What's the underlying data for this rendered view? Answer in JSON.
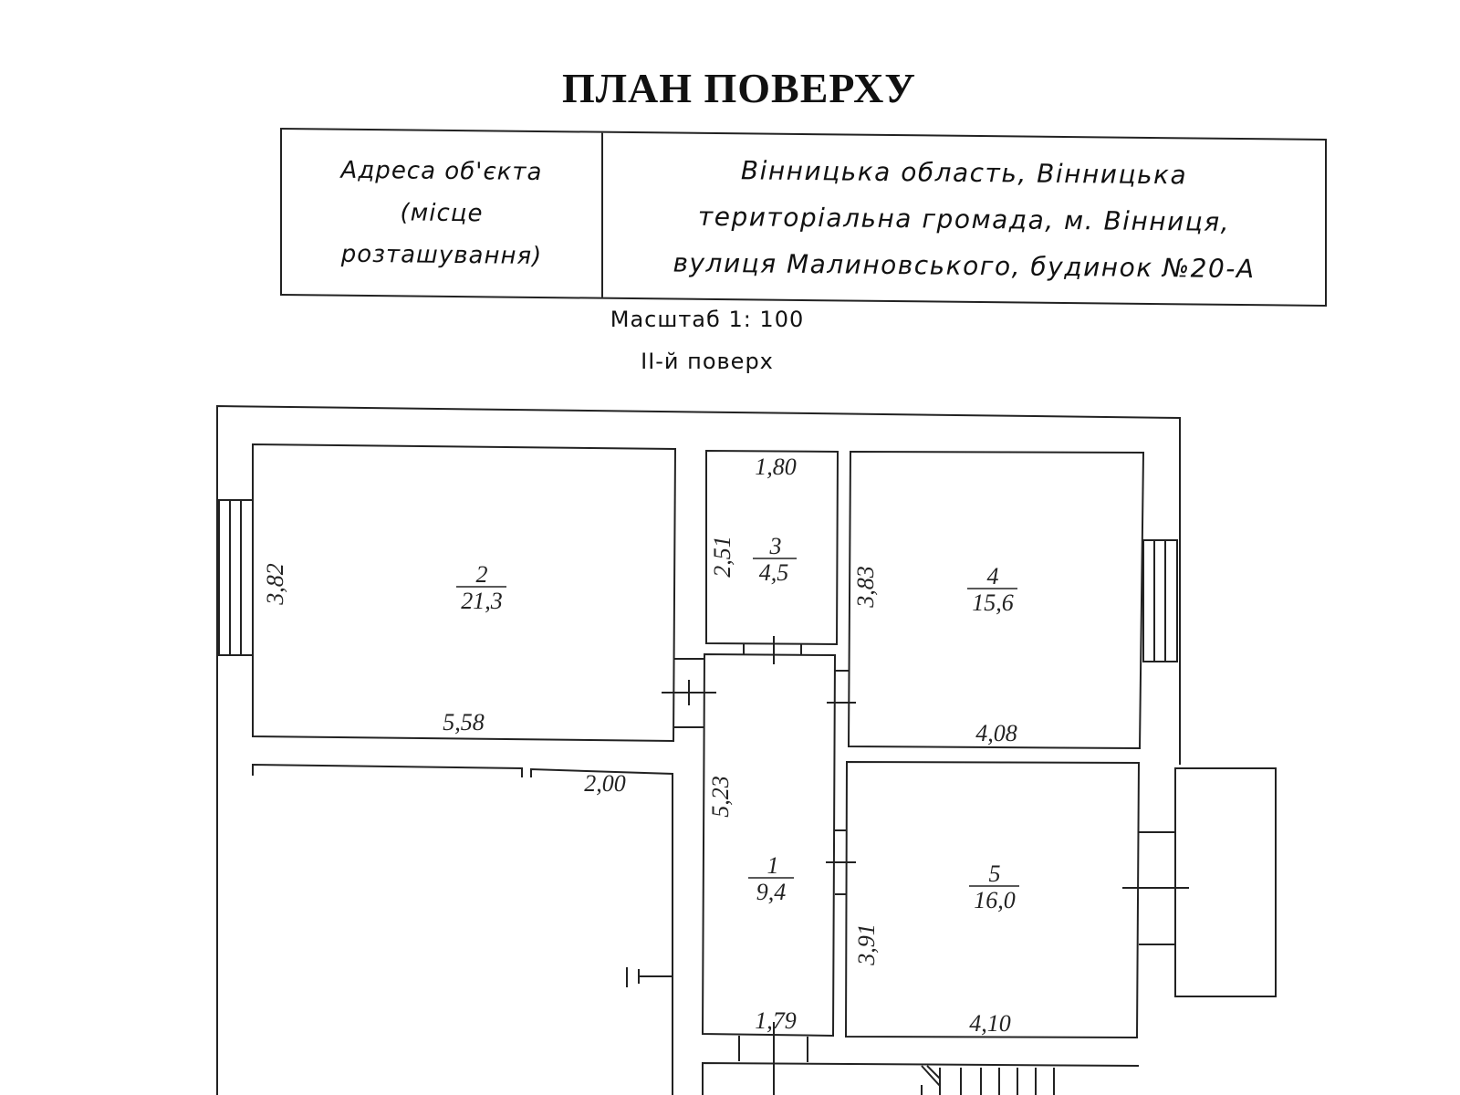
{
  "title": "ПЛАН ПОВЕРХУ",
  "address_label": [
    "Адреса об'єкта",
    "(місце",
    "розташування)"
  ],
  "address_value": [
    "Вінницька область, Вінницька",
    "територіальна громада, м. Вінниця,",
    "вулиця Малиновського, будинок №20-А"
  ],
  "scale": "Масштаб  1: 100",
  "floor": "ІІ-й поверх",
  "rooms": [
    {
      "number": "1",
      "area": "9,4",
      "dims": [
        "5,23",
        "1,79"
      ]
    },
    {
      "number": "2",
      "area": "21,3",
      "dims": [
        "3,82",
        "5,58"
      ]
    },
    {
      "number": "3",
      "area": "4,5",
      "dims": [
        "2,51",
        "1,80"
      ]
    },
    {
      "number": "4",
      "area": "15,6",
      "dims": [
        "3,83",
        "4,08"
      ]
    },
    {
      "number": "5",
      "area": "16,0",
      "dims": [
        "3,91",
        "4,10"
      ]
    }
  ],
  "other_dims": [
    "2,00"
  ]
}
